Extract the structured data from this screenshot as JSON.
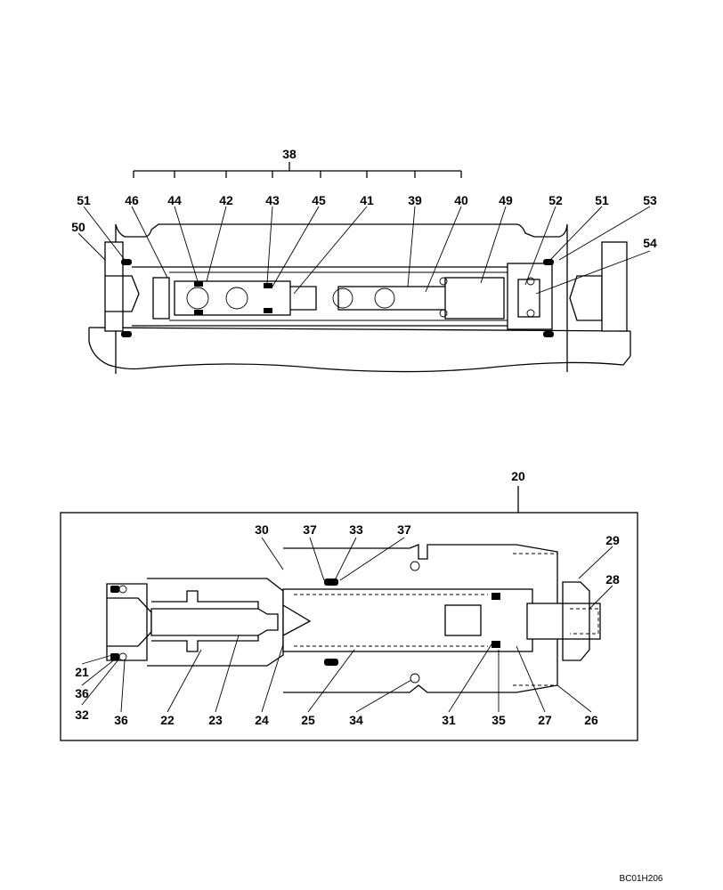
{
  "top_assembly": {
    "group_label": "38",
    "labels": [
      "51",
      "46",
      "44",
      "42",
      "43",
      "45",
      "41",
      "39",
      "40",
      "49",
      "52",
      "51",
      "53",
      "50",
      "54"
    ]
  },
  "detail_assembly": {
    "group_label": "20",
    "labels": [
      "30",
      "37",
      "33",
      "37",
      "29",
      "28",
      "21",
      "36",
      "32",
      "36",
      "22",
      "23",
      "24",
      "25",
      "34",
      "31",
      "35",
      "27",
      "26"
    ]
  },
  "drawing_code": "BC01H206"
}
